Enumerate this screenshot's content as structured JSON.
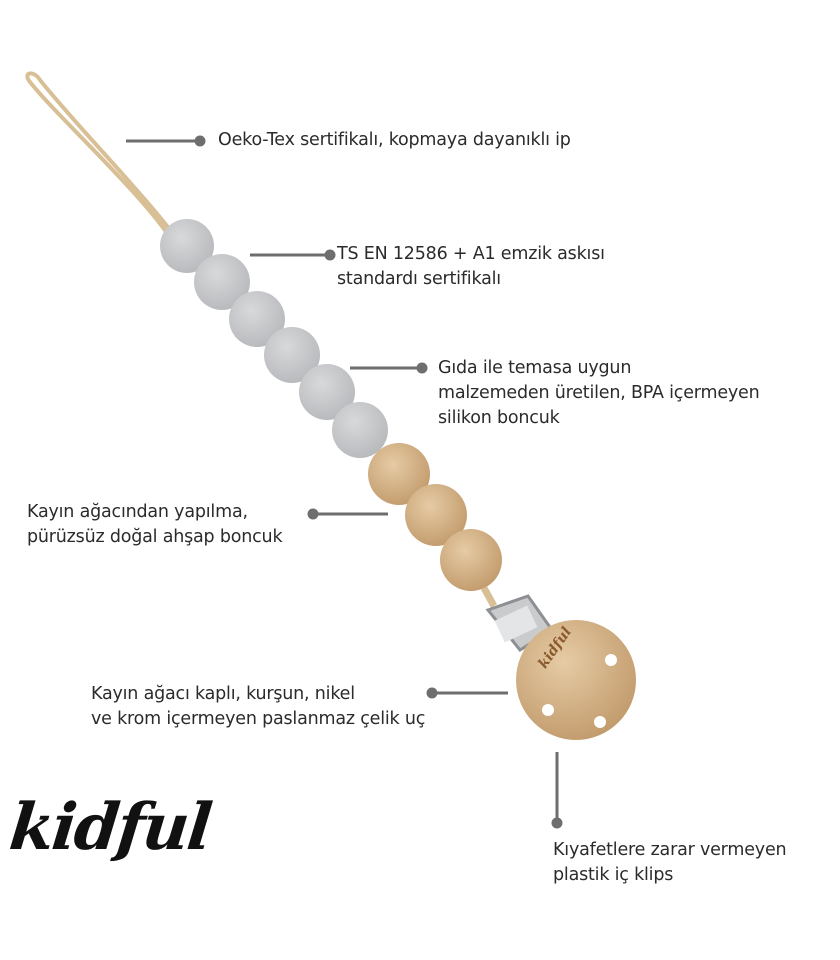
{
  "brand": {
    "logo_text": "kidful",
    "clip_engraving": "kidful"
  },
  "callouts": [
    {
      "lines": [
        "Oeko-Tex sertifikalı, kopmaya dayanıklı ip"
      ]
    },
    {
      "lines": [
        "TS EN 12586 + A1 emzik askısı",
        "standardı sertifikalı"
      ]
    },
    {
      "lines": [
        "Gıda ile temasa uygun",
        "malzemeden üretilen, BPA içermeyen",
        "silikon boncuk"
      ]
    },
    {
      "lines": [
        "Kayın ağacından yapılma,",
        "pürüzsüz doğal ahşap boncuk"
      ]
    },
    {
      "lines": [
        "Kayın ağacı kaplı, kurşun, nikel",
        "ve krom içermeyen paslanmaz çelik uç"
      ]
    },
    {
      "lines": [
        "Kıyafetlere zarar vermeyen",
        "plastik iç klips"
      ]
    }
  ],
  "colors": {
    "leader": "#6e6e6e",
    "silicone": "#c9cacc",
    "wood": "#d6b68c",
    "cord": "#d8bf95"
  }
}
